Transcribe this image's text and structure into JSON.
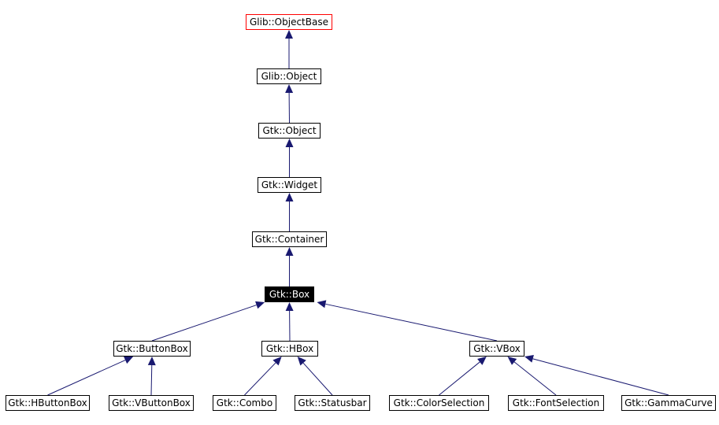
{
  "diagram": {
    "colors": {
      "edge": "#191970",
      "node_border": "#000000",
      "root_border": "#ff0000",
      "current_fill": "#000000",
      "current_text": "#ffffff"
    },
    "nodes": {
      "glib_objectbase": "Glib::ObjectBase",
      "glib_object": "Glib::Object",
      "gtk_object": "Gtk::Object",
      "gtk_widget": "Gtk::Widget",
      "gtk_container": "Gtk::Container",
      "gtk_box": "Gtk::Box",
      "gtk_buttonbox": "Gtk::ButtonBox",
      "gtk_hbox": "Gtk::HBox",
      "gtk_vbox": "Gtk::VBox",
      "gtk_hbuttonbox": "Gtk::HButtonBox",
      "gtk_vbuttonbox": "Gtk::VButtonBox",
      "gtk_combo": "Gtk::Combo",
      "gtk_statusbar": "Gtk::Statusbar",
      "gtk_colorselection": "Gtk::ColorSelection",
      "gtk_fontselection": "Gtk::FontSelection",
      "gtk_gammacurve": "Gtk::GammaCurve"
    },
    "edges": [
      [
        "glib_object",
        "glib_objectbase"
      ],
      [
        "gtk_object",
        "glib_object"
      ],
      [
        "gtk_widget",
        "gtk_object"
      ],
      [
        "gtk_container",
        "gtk_widget"
      ],
      [
        "gtk_box",
        "gtk_container"
      ],
      [
        "gtk_buttonbox",
        "gtk_box"
      ],
      [
        "gtk_hbox",
        "gtk_box"
      ],
      [
        "gtk_vbox",
        "gtk_box"
      ],
      [
        "gtk_hbuttonbox",
        "gtk_buttonbox"
      ],
      [
        "gtk_vbuttonbox",
        "gtk_buttonbox"
      ],
      [
        "gtk_combo",
        "gtk_hbox"
      ],
      [
        "gtk_statusbar",
        "gtk_hbox"
      ],
      [
        "gtk_colorselection",
        "gtk_vbox"
      ],
      [
        "gtk_fontselection",
        "gtk_vbox"
      ],
      [
        "gtk_gammacurve",
        "gtk_vbox"
      ]
    ]
  }
}
